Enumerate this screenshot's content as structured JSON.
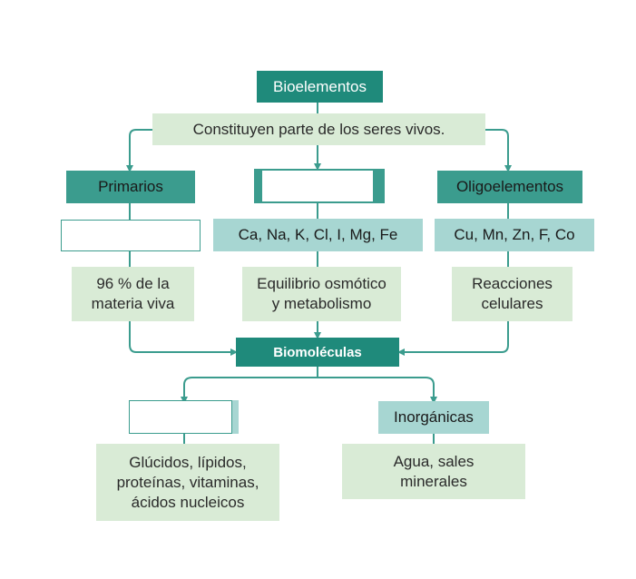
{
  "diagram": {
    "title": "Bioelementos",
    "subtitle": "Constituyen parte de los seres vivos.",
    "categories": [
      {
        "name": "Primarios",
        "elements": "",
        "description": "96 % de la materia viva"
      },
      {
        "name": "",
        "elements": "Ca, Na, K, Cl, I, Mg, Fe",
        "description": "Equilibrio osmótico y metabolismo"
      },
      {
        "name": "Oligoelementos",
        "elements": "Cu, Mn, Zn, F, Co",
        "description": "Reacciones celulares"
      }
    ],
    "hub": "Biomoléculas",
    "branches": [
      {
        "name": "",
        "examples": "Glúcidos, lípidos, proteínas, vitaminas, ácidos nucleicos"
      },
      {
        "name": "Inorgánicas",
        "examples": "Agua, sales minerales"
      }
    ]
  },
  "colors": {
    "dark_teal": "#1f8a7b",
    "teal": "#3b9c8e",
    "light_green": "#d9ebd6",
    "light_blue": "#a7d6d2",
    "connector": "#3b9c8e"
  }
}
